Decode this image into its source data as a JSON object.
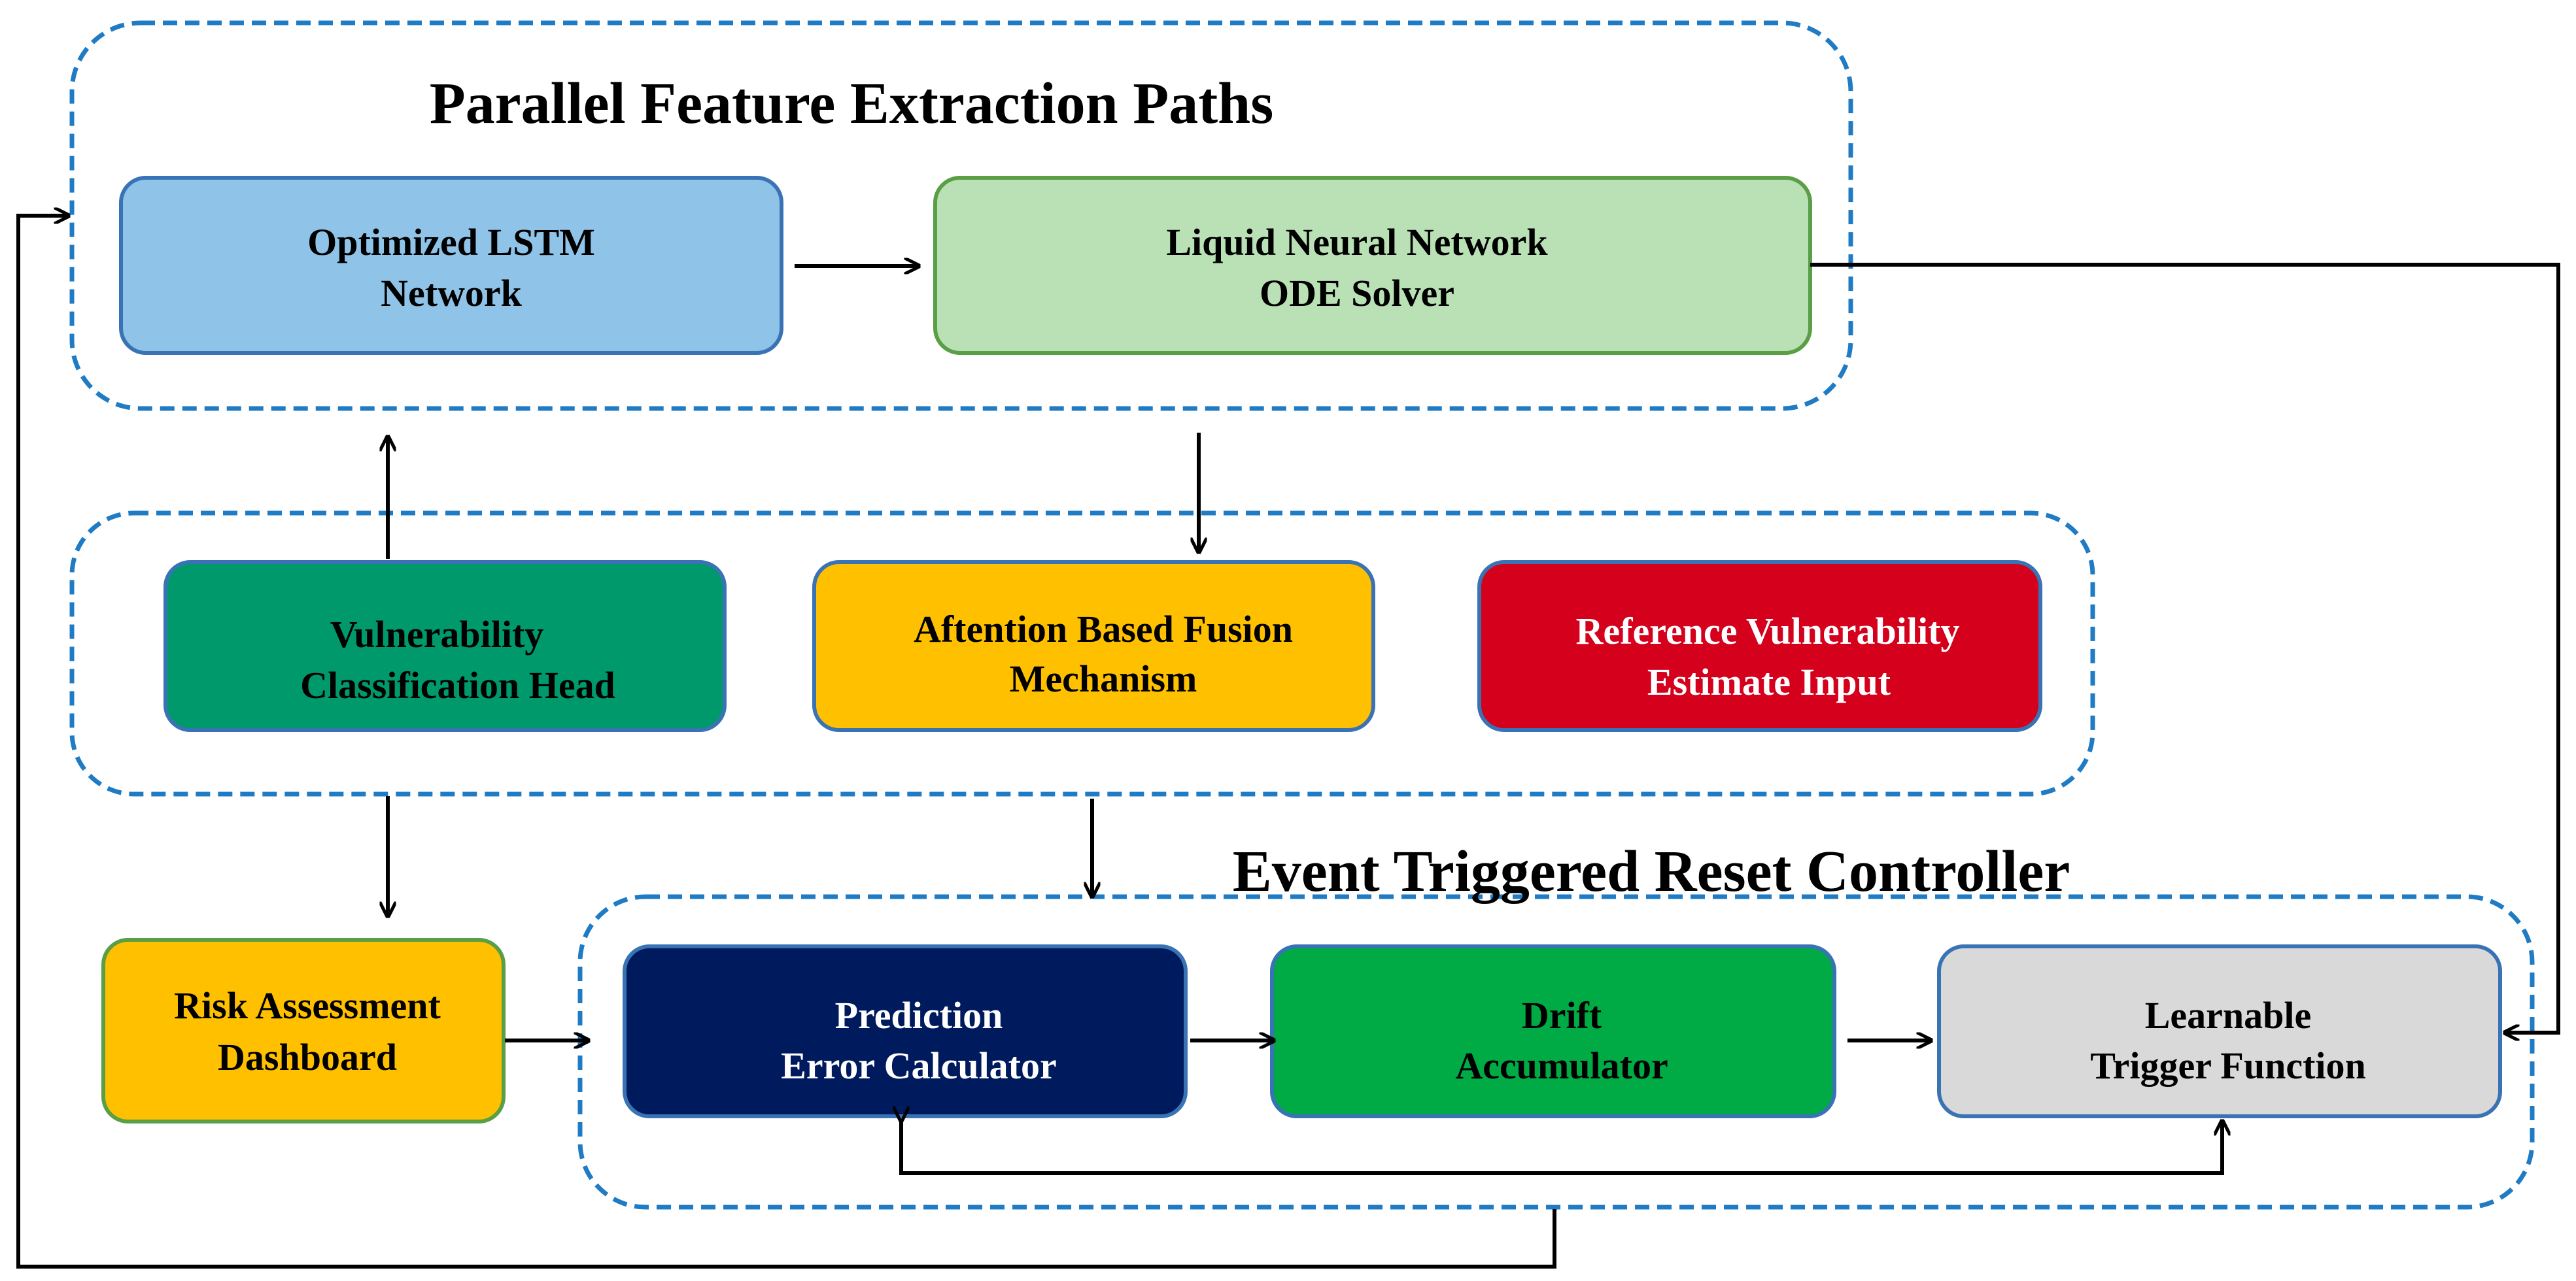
{
  "groups": {
    "parallel": {
      "title": "Parallel Feature Extraction Paths"
    },
    "middle": {
      "title": ""
    },
    "controller": {
      "title": "Event Triggered Reset Controller"
    }
  },
  "nodes": {
    "lstm": {
      "line1": "Optimized LSTM",
      "line2": "Network",
      "fill": "#8FC3E8",
      "stroke": "#3A73B5",
      "text_color": "#000000"
    },
    "liquid": {
      "line1": "Liquid Neural Network",
      "line2": "ODE Solver",
      "fill": "#B9E1B5",
      "stroke": "#5A9E45",
      "text_color": "#000000"
    },
    "vuln_head": {
      "line1": "Vulnerability",
      "line2": "Classification Head",
      "fill": "#00996B",
      "stroke": "#3A73B5",
      "text_color": "#000000"
    },
    "attention": {
      "line1": "Aftention Based Fusion",
      "line2": "Mechanism",
      "fill": "#FFC000",
      "stroke": "#3A73B5",
      "text_color": "#000000"
    },
    "reference": {
      "line1": "Reference Vulnerability",
      "line2": "Estimate Input",
      "fill": "#D4001C",
      "stroke": "#3A73B5",
      "text_color": "#FFFFFF"
    },
    "risk": {
      "line1": "Risk Assessment",
      "line2": "Dashboard",
      "fill": "#FFC000",
      "stroke": "#5A9E45",
      "text_color": "#000000"
    },
    "prediction": {
      "line1": "Prediction",
      "line2": "Error Calculator",
      "fill": "#001A5E",
      "stroke": "#3A73B5",
      "text_color": "#FFFFFF"
    },
    "drift": {
      "line1": "Drift",
      "line2": "Accumulator",
      "fill": "#00AA44",
      "stroke": "#3A73B5",
      "text_color": "#000000"
    },
    "trigger": {
      "line1": "Learnable",
      "line2": "Trigger  Function",
      "fill": "#D9D9D9",
      "stroke": "#3A73B5",
      "text_color": "#000000"
    }
  },
  "colors": {
    "group_border": "#1F7BC4",
    "arrow": "#000000",
    "background": "#FFFFFF"
  }
}
